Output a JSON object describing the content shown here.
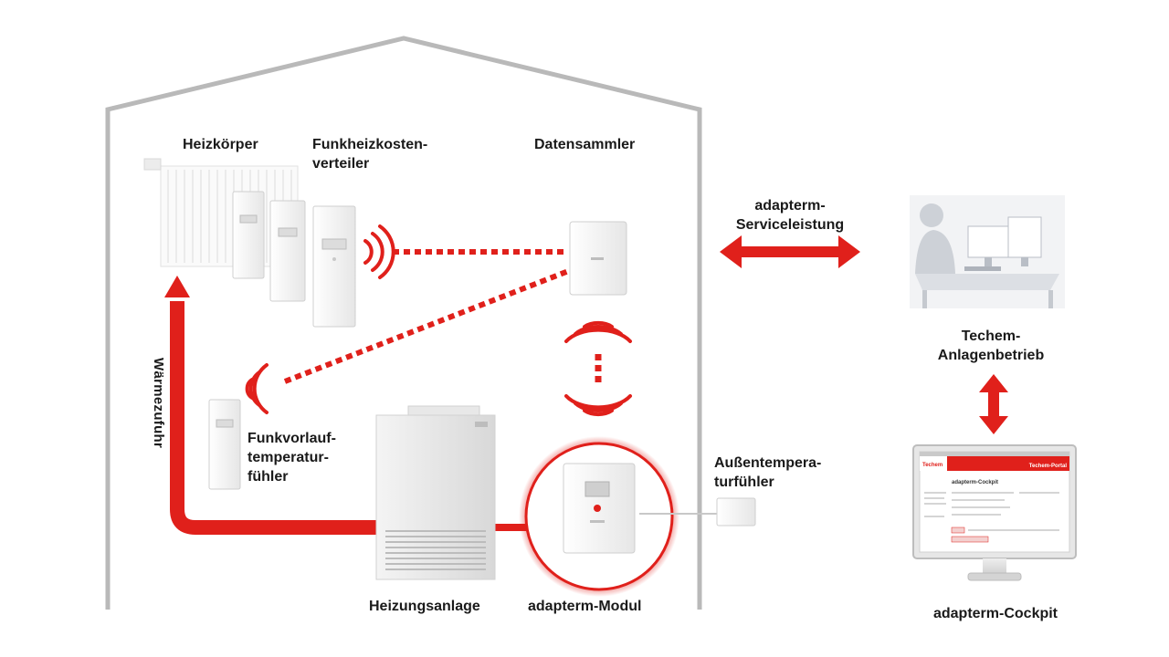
{
  "labels": {
    "heizkoerper": "Heizkörper",
    "funkheiz_1": "Funkheizkosten-",
    "funkheiz_2": "verteiler",
    "datensammler": "Datensammler",
    "service_1": "adapterm-",
    "service_2": "Serviceleistung",
    "techem_1": "Techem-",
    "techem_2": "Anlagenbetrieb",
    "funkvorlauf_1": "Funkvorlauf-",
    "funkvorlauf_2": "temperatur-",
    "funkvorlauf_3": "fühler",
    "waermezufuhr": "Wärmezufuhr",
    "aussen_1": "Außentempera-",
    "aussen_2": "turfühler",
    "heizungsanlage": "Heizungsanlage",
    "modul": "adapterm-Modul",
    "cockpit": "adapterm-Cockpit"
  },
  "screen": {
    "brand": "Techem",
    "portal": "Techem-Portal",
    "title": "adapterm-Cockpit"
  },
  "colors": {
    "accent": "#e0201b",
    "house_outline": "#b9b9b9",
    "text": "#1a1a1a"
  },
  "icons": [
    "radiator",
    "heat-cost-allocator",
    "data-collector",
    "flow-temperature-sensor",
    "boiler",
    "adapterm-module",
    "outdoor-sensor",
    "workstation",
    "monitor",
    "radio-waves"
  ]
}
